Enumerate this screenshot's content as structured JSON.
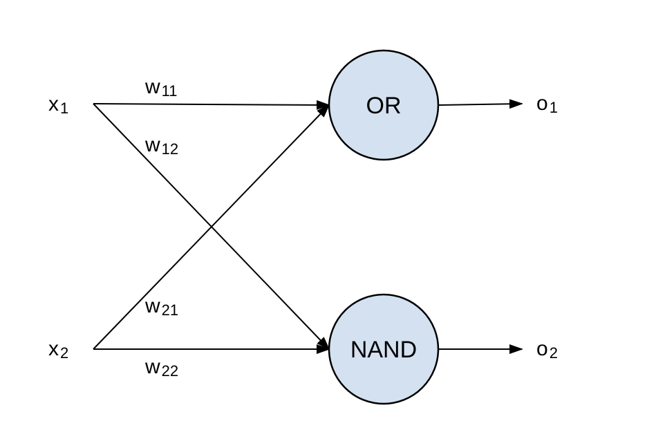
{
  "inputs": [
    {
      "base": "x",
      "sub": "1"
    },
    {
      "base": "x",
      "sub": "2"
    }
  ],
  "weights": [
    {
      "base": "w",
      "sub": "11"
    },
    {
      "base": "w",
      "sub": "12"
    },
    {
      "base": "w",
      "sub": "21"
    },
    {
      "base": "w",
      "sub": "22"
    }
  ],
  "nodes": [
    {
      "label": "OR"
    },
    {
      "label": "NAND"
    }
  ],
  "outputs": [
    {
      "base": "o",
      "sub": "1"
    },
    {
      "base": "o",
      "sub": "2"
    }
  ],
  "colors": {
    "node_fill": "#d3e1f0",
    "stroke": "#000000"
  }
}
